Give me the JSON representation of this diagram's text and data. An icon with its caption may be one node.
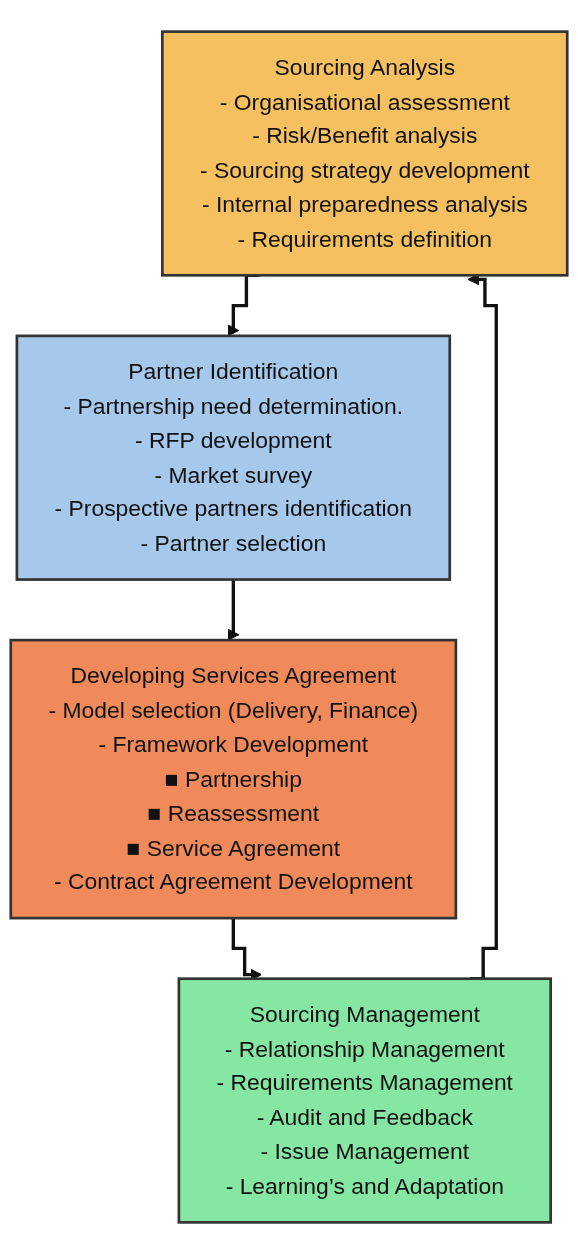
{
  "diagram": {
    "nodes": [
      {
        "text": [
          "Sourcing Analysis",
          "- Organisational assessment",
          "- Risk/Benefit analysis",
          "- Sourcing strategy development",
          "- Internal preparedness analysis",
          "- Requirements definition"
        ]
      },
      {
        "text": [
          "Partner Identification",
          "- Partnership need determination.",
          "- RFP development",
          "- Market survey",
          "- Prospective partners identification",
          "- Partner selection"
        ]
      },
      {
        "text": [
          "Developing Services Agreement",
          "- Model selection (Delivery, Finance)",
          "- Framework Development",
          "■ Partnership",
          "■ Reassessment",
          "■ Service Agreement",
          "- Contract Agreement Development"
        ]
      },
      {
        "text": [
          "Sourcing Management",
          "- Relationship Management",
          "- Requirements Management",
          "- Audit and Feedback",
          "- Issue Management",
          "- Learning’s and Adaptation"
        ]
      }
    ],
    "edges": [
      {
        "from": 0,
        "to": 1,
        "arrow": "to"
      },
      {
        "from": 1,
        "to": 2,
        "arrow": "to"
      },
      {
        "from": 2,
        "to": 3,
        "arrow": "to"
      },
      {
        "from": 3,
        "to": 0,
        "arrow": "to"
      }
    ]
  }
}
